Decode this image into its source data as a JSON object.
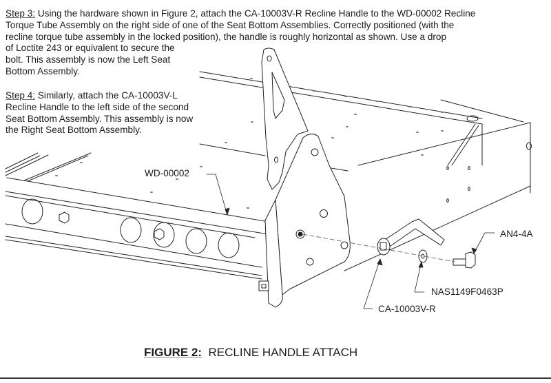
{
  "instructions": {
    "step3": {
      "label": "Step 3:",
      "line1": " Using the hardware shown in Figure 2, attach the CA-10003V-R Recline Handle to the WD-00002 Recline",
      "line2": "Torque Tube Assembly on the right side of one of the Seat Bottom Assemblies. Correctly positioned (with the",
      "line3": "recline torque tube assembly in the locked position), the handle is roughly horizontal as shown. Use a drop",
      "rest": "of Loctite 243 or equivalent to secure the bolt. This assembly is now the Left Seat Bottom Assembly."
    },
    "step4": {
      "label": "Step 4:",
      "text": " Similarly, attach the CA-10003V-L Recline Handle to the left side of the second Seat Bottom Assembly. This assembly is now the Right Seat Bottom Assembly."
    }
  },
  "figure": {
    "callouts": {
      "torque_tube": "WD-00002",
      "bolt": "AN4-4A",
      "washer": "NAS1149F0463P",
      "handle": "CA-10003V-R"
    },
    "caption": {
      "number": "FIGURE 2:",
      "title": "RECLINE HANDLE ATTACH"
    }
  }
}
